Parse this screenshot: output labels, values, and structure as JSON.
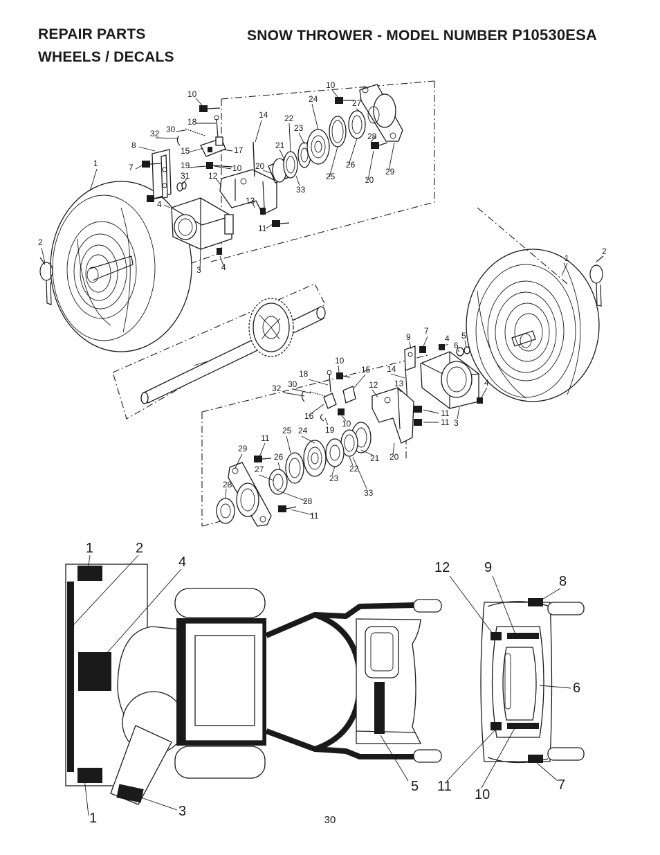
{
  "header": {
    "left": "REPAIR PARTS",
    "right_prefix": "SNOW THROWER - MODEL NUMBER ",
    "right_model": "P10530ESA",
    "subtitle": "WHEELS / DECALS"
  },
  "page_number": "30",
  "upper_labels": [
    "10",
    "18",
    "30",
    "32",
    "8",
    "15",
    "17",
    "19",
    "10",
    "7",
    "31",
    "12",
    "4",
    "1",
    "2",
    "3",
    "4",
    "13",
    "11",
    "14",
    "20",
    "21",
    "22",
    "23",
    "33",
    "24",
    "25",
    "26",
    "27",
    "28",
    "10",
    "10",
    "29"
  ],
  "right_wheel_labels": [
    "1",
    "2"
  ],
  "lower_labels": [
    "9",
    "7",
    "4",
    "6",
    "5",
    "14",
    "13",
    "12",
    "11",
    "11",
    "3",
    "4",
    "10",
    "15",
    "18",
    "30",
    "32",
    "16",
    "19",
    "10",
    "25",
    "24",
    "11",
    "29",
    "26",
    "27",
    "28",
    "28",
    "11",
    "23",
    "22",
    "21",
    "20",
    "33"
  ],
  "decal_labels": [
    "1",
    "2",
    "4",
    "12",
    "9",
    "8",
    "6",
    "3",
    "1",
    "5",
    "11",
    "10",
    "7"
  ]
}
